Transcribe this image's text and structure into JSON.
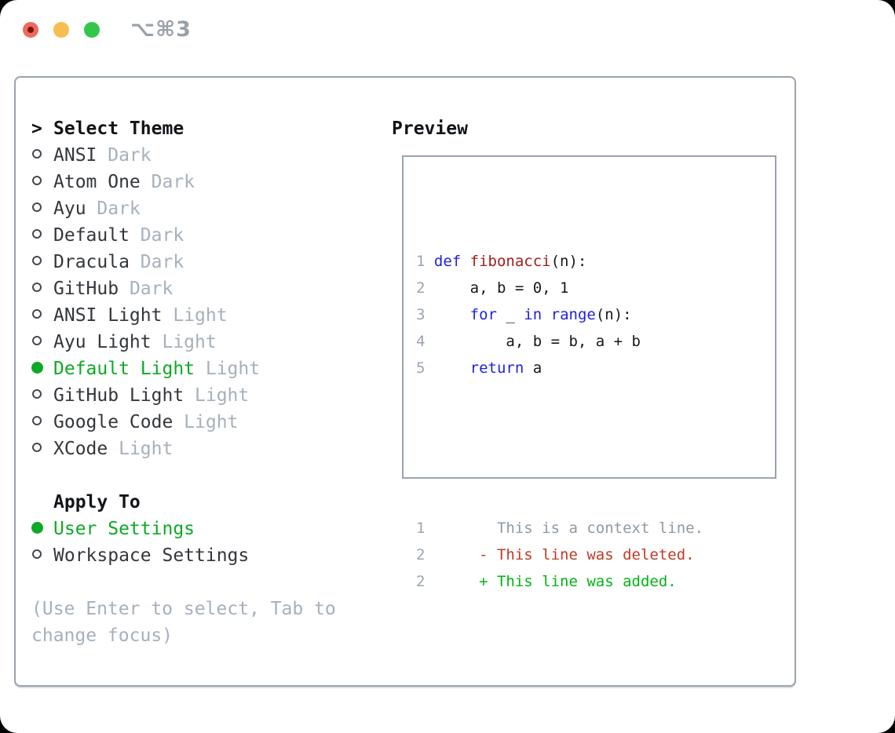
{
  "titlebar": {
    "shortcut": "⌥⌘3"
  },
  "theme_panel": {
    "header_marker": ">",
    "header": "Select Theme",
    "themes": [
      {
        "name": "ANSI",
        "variant": "Dark",
        "selected": false
      },
      {
        "name": "Atom One",
        "variant": "Dark",
        "selected": false
      },
      {
        "name": "Ayu",
        "variant": "Dark",
        "selected": false
      },
      {
        "name": "Default",
        "variant": "Dark",
        "selected": false
      },
      {
        "name": "Dracula",
        "variant": "Dark",
        "selected": false
      },
      {
        "name": "GitHub",
        "variant": "Dark",
        "selected": false
      },
      {
        "name": "ANSI Light",
        "variant": "Light",
        "selected": false
      },
      {
        "name": "Ayu Light",
        "variant": "Light",
        "selected": false
      },
      {
        "name": "Default Light",
        "variant": "Light",
        "selected": true
      },
      {
        "name": "GitHub Light",
        "variant": "Light",
        "selected": false
      },
      {
        "name": "Google Code",
        "variant": "Light",
        "selected": false
      },
      {
        "name": "XCode",
        "variant": "Light",
        "selected": false
      }
    ],
    "apply_to": {
      "header": "Apply To",
      "options": [
        {
          "label": "User Settings",
          "selected": true
        },
        {
          "label": "Workspace Settings",
          "selected": false
        }
      ]
    },
    "help": "(Use Enter to select, Tab to change focus)"
  },
  "preview": {
    "header": "Preview",
    "code_lines": [
      {
        "num": "1",
        "tokens": [
          {
            "c": "kw",
            "t": "def"
          },
          {
            "c": "pl",
            "t": " "
          },
          {
            "c": "fn",
            "t": "fibonacci"
          },
          {
            "c": "pl",
            "t": "(n):"
          }
        ]
      },
      {
        "num": "2",
        "tokens": [
          {
            "c": "pl",
            "t": "    a, b = 0, 1"
          }
        ]
      },
      {
        "num": "3",
        "tokens": [
          {
            "c": "pl",
            "t": "    "
          },
          {
            "c": "kw",
            "t": "for"
          },
          {
            "c": "pl",
            "t": " _ "
          },
          {
            "c": "kw",
            "t": "in"
          },
          {
            "c": "pl",
            "t": " "
          },
          {
            "c": "kw",
            "t": "range"
          },
          {
            "c": "pl",
            "t": "(n):"
          }
        ]
      },
      {
        "num": "4",
        "tokens": [
          {
            "c": "pl",
            "t": "        a, b = b, a + b"
          }
        ]
      },
      {
        "num": "5",
        "tokens": [
          {
            "c": "pl",
            "t": "    "
          },
          {
            "c": "kw",
            "t": "return"
          },
          {
            "c": "pl",
            "t": " a"
          }
        ]
      }
    ],
    "diff_lines": [
      {
        "num": "1",
        "marker": " ",
        "text": "This is a context line.",
        "type": "context"
      },
      {
        "num": "2",
        "marker": "-",
        "text": "This line was deleted.",
        "type": "deleted"
      },
      {
        "num": "2",
        "marker": "+",
        "text": "This line was added.",
        "type": "added"
      }
    ]
  },
  "colors": {
    "accent_green": "#0caa25",
    "added_green": "#00b514",
    "deleted_red": "#c23a26",
    "keyword_blue": "#1e22e0",
    "function_red": "#a31c1c",
    "code_fg": "#15181c",
    "linenum_gray": "#9aa5b2",
    "context_gray": "#8f9aa4",
    "header_fg": "#111418",
    "item_fg": "#33373c",
    "tag_gray": "#a6b0bc",
    "radio_stroke": "#45494f",
    "border_gray": "#9aa3ad",
    "muted_gray": "#9aa0a8",
    "traffic_red": "#ed6a5f",
    "traffic_red_dot": "#7d1408",
    "traffic_yellow": "#f6be50",
    "traffic_green": "#32c749"
  }
}
